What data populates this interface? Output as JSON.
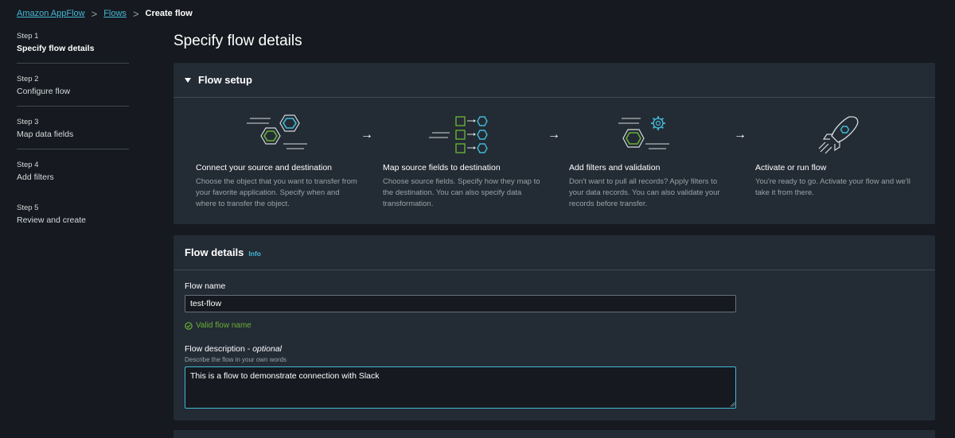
{
  "breadcrumb": {
    "root": "Amazon AppFlow",
    "flows": "Flows",
    "current": "Create flow",
    "separator": ">"
  },
  "steps": [
    {
      "num": "Step 1",
      "label": "Specify flow details",
      "active": true
    },
    {
      "num": "Step 2",
      "label": "Configure flow",
      "active": false
    },
    {
      "num": "Step 3",
      "label": "Map data fields",
      "active": false
    },
    {
      "num": "Step 4",
      "label": "Add filters",
      "active": false
    },
    {
      "num": "Step 5",
      "label": "Review and create",
      "active": false
    }
  ],
  "page_title": "Specify flow details",
  "flow_setup": {
    "title": "Flow setup",
    "arrow": "→",
    "items": [
      {
        "title": "Connect your source and destination",
        "description": "Choose the object that you want to transfer from your favorite application. Specify when and where to transfer the object.",
        "icon": "hexagons-connect-icon"
      },
      {
        "title": "Map source fields to destination",
        "description": "Choose source fields. Specify how they map to the destination. You can also specify data transformation.",
        "icon": "field-mapping-icon"
      },
      {
        "title": "Add filters and validation",
        "description": "Don't want to pull all records? Apply filters to your data records. You can also validate your records before transfer.",
        "icon": "filter-gear-icon"
      },
      {
        "title": "Activate or run flow",
        "description": "You're ready to go. Activate your flow and we'll take it from there.",
        "icon": "rocket-icon"
      }
    ]
  },
  "flow_details": {
    "title": "Flow details",
    "info": "Info",
    "name_label": "Flow name",
    "name_value": "test-flow",
    "valid_message": "Valid flow name",
    "description_label": "Flow description",
    "description_optional": "optional",
    "description_hint": "Describe the flow in your own words",
    "description_value": "This is a flow to demonstrate connection with Slack"
  },
  "colors": {
    "background": "#16191f",
    "panel": "#232b35",
    "link": "#44b9d6",
    "success": "#6aaf35",
    "illustration_green": "#6aaf35",
    "illustration_blue": "#44b9d6"
  }
}
